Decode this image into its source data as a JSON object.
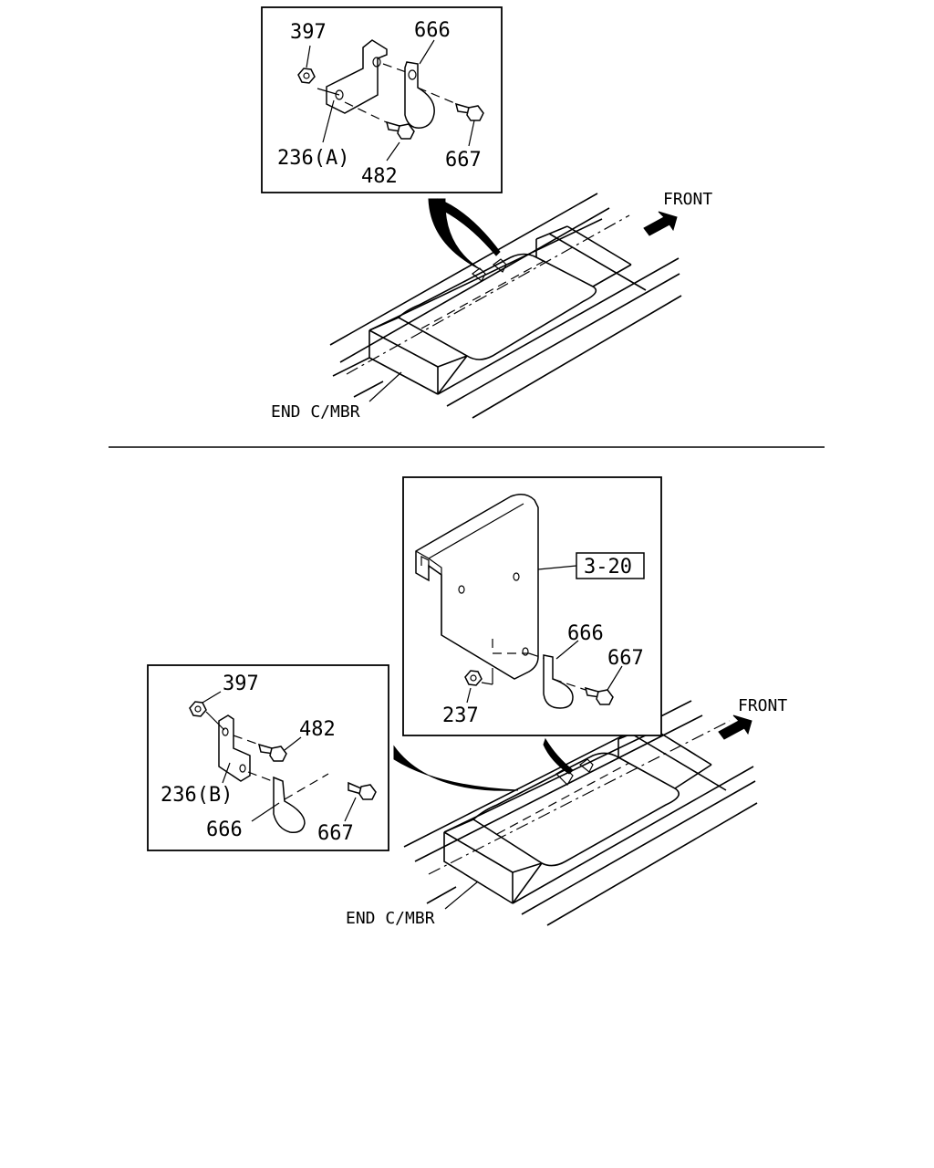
{
  "diagram": {
    "top": {
      "callouts": {
        "nut": "397",
        "clip": "666",
        "bracket": "236(A)",
        "bolt_bracket": "482",
        "bolt_clip": "667"
      },
      "front_label": "FRONT",
      "member_label": "END C/MBR"
    },
    "bottom": {
      "reference": "3-20",
      "panel_callouts": {
        "clip": "666",
        "bolt_clip": "667",
        "nut": "237"
      },
      "left_callouts": {
        "nut": "397",
        "bolt_bracket": "482",
        "bracket": "236(B)",
        "clip": "666",
        "bolt_clip": "667"
      },
      "front_label": "FRONT",
      "member_label": "END C/MBR"
    }
  }
}
